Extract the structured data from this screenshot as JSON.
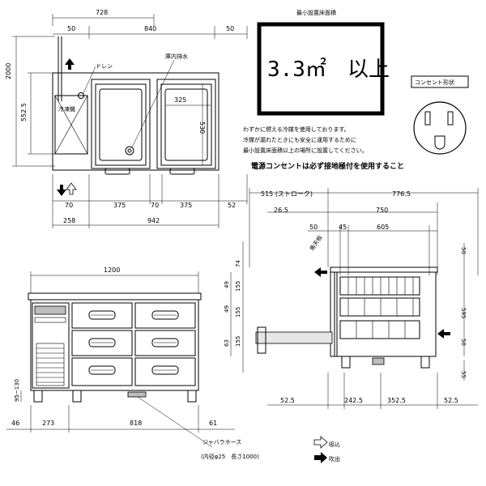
{
  "top_view": {
    "dims_top": [
      "728",
      "50",
      "840",
      "50"
    ],
    "dims_left": [
      "2000",
      "552.5"
    ],
    "label_drain": "ドレン",
    "label_internal_drain": "庫内排水",
    "label_cooling_unit": "冷凍機",
    "dim_325": "325",
    "dim_530": "530",
    "dims_bottom": [
      "70",
      "375",
      "70",
      "375",
      "52"
    ],
    "dims_bottom2": [
      "258",
      "942"
    ]
  },
  "min_area": {
    "title": "最小設置床面積",
    "value": "3.3㎡　以上"
  },
  "outlet": {
    "label": "コンセント形状"
  },
  "notice": {
    "lines": [
      "わずかに燃える冷媒を使用しております。",
      "冷媒が漏れたときにも安全に運用するために",
      "最小設置床面積以上の場所に設置してください。"
    ],
    "ground": "電源コンセントは必ず接地極付を使用すること"
  },
  "front_view": {
    "width": "1200",
    "dims_bottom": [
      "46",
      "273",
      "818",
      "61"
    ],
    "dims_left": [
      "95~130",
      "155",
      "155",
      "155",
      "63"
    ],
    "hose_label": "ジャバラホース",
    "hose_spec": "(内径φ25　長さ1000)"
  },
  "side_view": {
    "dims_top": [
      "515 (ストローク)",
      "776.5",
      "750",
      "26.5",
      "50",
      "45",
      "605"
    ],
    "label_corner": "角天板",
    "dims_left": [
      "74",
      "49",
      "49"
    ],
    "dims_right": [
      "50",
      "595",
      "50",
      "55"
    ],
    "dims_bottom": [
      "52.5",
      "242.5",
      "352.5",
      "52.5"
    ]
  },
  "legend": {
    "intake": "吸込",
    "exhaust": "吹出"
  }
}
